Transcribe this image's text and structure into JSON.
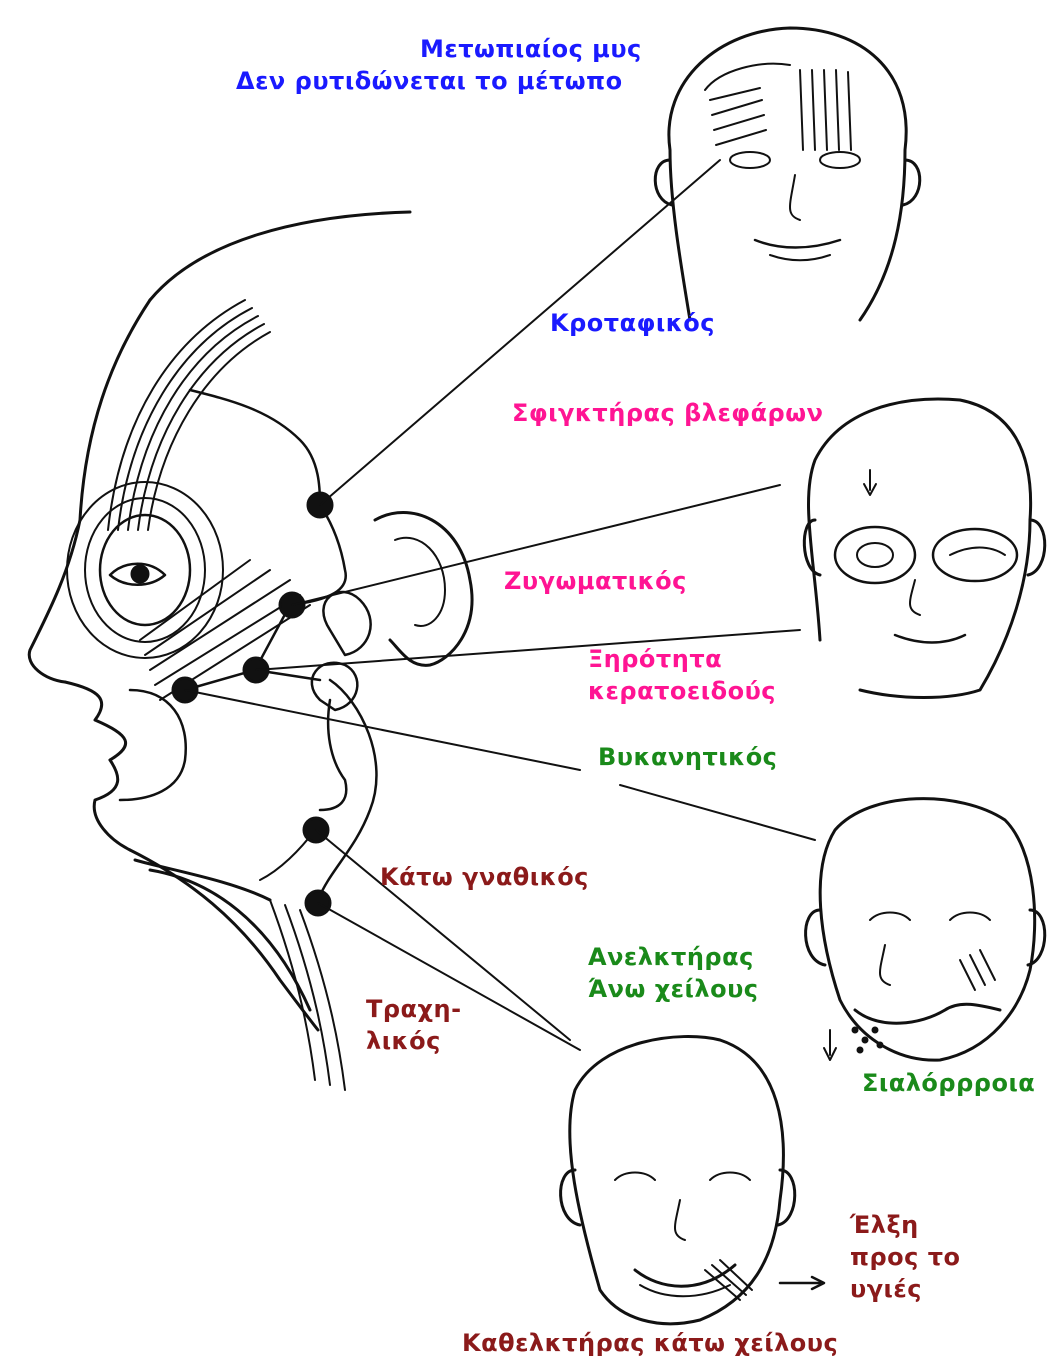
{
  "labels": {
    "frontalis_title": "Μετωπιαίος μυς",
    "frontalis_note": "Δεν ρυτιδώνεται το μέτωπο",
    "temporal": "Κροταφικός",
    "orbicularis_oculi": "Σφιγκτήρας βλεφάρων",
    "zygomatic": "Ζυγωματικός",
    "xerosis_line1": "Ξηρότητα",
    "xerosis_line2": "κερατοειδούς",
    "buccal": "Βυκανητικός",
    "mandibular": "Κάτω γναθικός",
    "levator_line1": "Ανελκτήρας",
    "levator_line2": "Άνω χείλους",
    "cervical_line1": "Τραχη-",
    "cervical_line2": "λικός",
    "sialorrhea": "Σιαλόρρροια",
    "traction_line1": "Έλξη",
    "traction_line2": "προς το",
    "traction_line3": "υγιές",
    "depressor": "Καθελκτήρας κάτω χείλους"
  },
  "colors": {
    "blue": "#1a1aff",
    "pink": "#ff1493",
    "green": "#1a8a1a",
    "maroon": "#8b1a1a",
    "ink": "#111111"
  },
  "icons": [
    "nerve-node-icon",
    "arrow-down-icon",
    "arrow-right-icon"
  ]
}
